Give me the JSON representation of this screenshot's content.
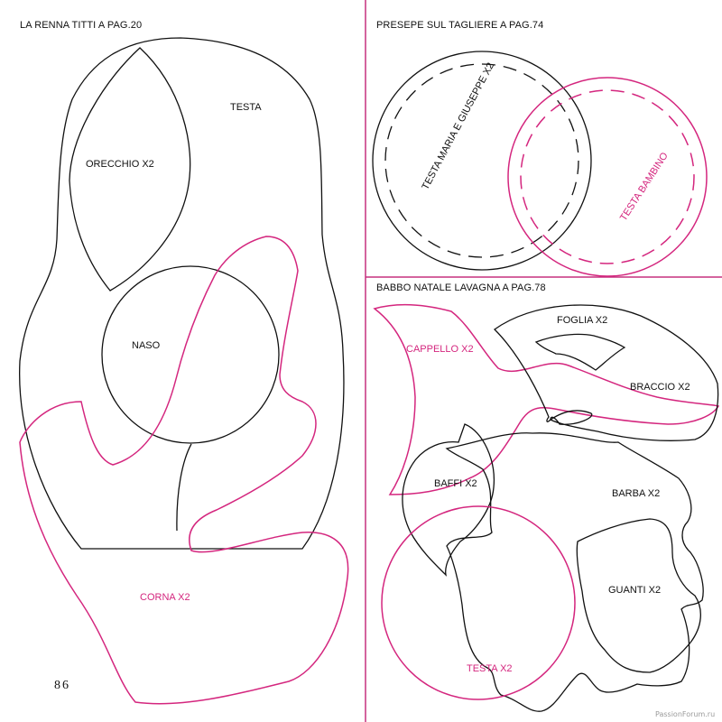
{
  "colors": {
    "outline": "#111111",
    "accent": "#d4267e",
    "divider": "#c5307f"
  },
  "sections": {
    "reindeer": {
      "title": "LA RENNA TITTI A PAG.20",
      "labels": {
        "ear": "ORECCHIO X2",
        "head": "TESTA",
        "nose": "NASO",
        "antlers": "CORNA X2"
      }
    },
    "nativity": {
      "title": "PRESEPE SUL TAGLIERE A PAG.74",
      "labels": {
        "mary_joseph": "TESTA MARIA E GIUSEPPE X2",
        "baby": "TESTA BAMBINO"
      }
    },
    "santa": {
      "title": "BABBO NATALE LAVAGNA A PAG.78",
      "labels": {
        "hat": "CAPPELLO X2",
        "leaf": "FOGLIA X2",
        "arm": "BRACCIO X2",
        "mustache": "BAFFI X2",
        "beard": "BARBA X2",
        "gloves": "GUANTI X2",
        "head": "TESTA X2"
      }
    }
  },
  "page_number": "86",
  "watermark": "PassionForum.ru"
}
